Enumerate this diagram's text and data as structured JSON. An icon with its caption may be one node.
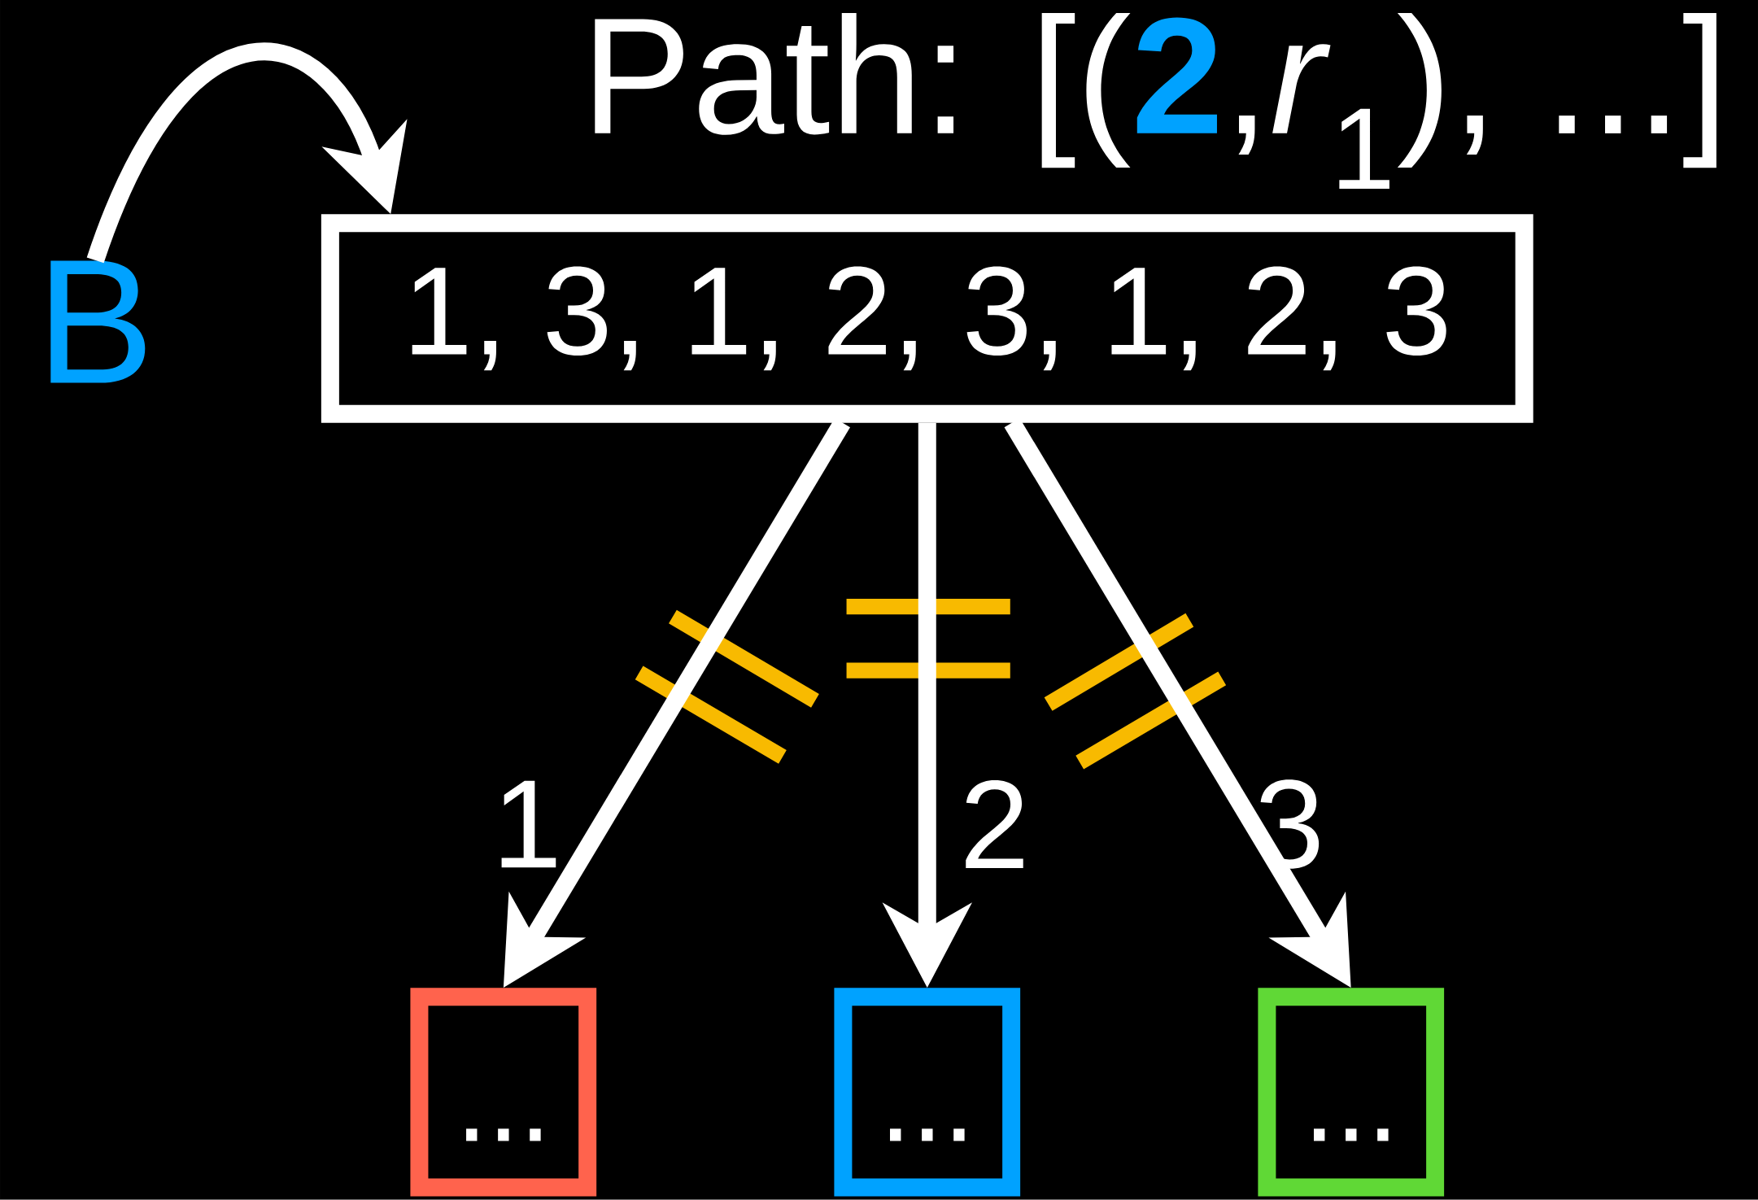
{
  "diagram": {
    "title": "Path: [(**2**,*r*$_{1}$), ...]",
    "nodes": [
      {
        "text": [
          "B"
        ]
      },
      {
        "text": [
          "1, 3, 1, 2, 3, 1, 2, 3"
        ]
      },
      {
        "text": [
          "..."
        ]
      },
      {
        "text": [
          "..."
        ]
      },
      {
        "text": [
          "..."
        ]
      }
    ],
    "edges": [
      {
        "from": 0,
        "to": 1,
        "arrow": "to"
      },
      {
        "from": 1,
        "to": 2,
        "arrow": "to",
        "label": "1"
      },
      {
        "from": 1,
        "to": 3,
        "arrow": "to",
        "label": "2"
      },
      {
        "from": 1,
        "to": 4,
        "arrow": "to",
        "label": "3"
      }
    ]
  }
}
